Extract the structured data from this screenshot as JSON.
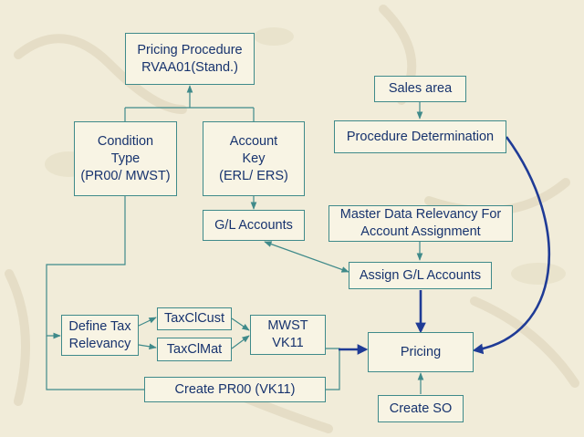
{
  "slide": {
    "boxes": {
      "pricing_procedure": "Pricing Procedure\nRVAA01(Stand.)",
      "condition_type": "Condition\nType\n(PR00/ MWST)",
      "account_key": "Account\nKey\n(ERL/ ERS)",
      "sales_area": "Sales area",
      "procedure_determination": "Procedure Determination",
      "gl_accounts": "G/L Accounts",
      "master_data_relevancy": "Master Data Relevancy For\nAccount Assignment",
      "assign_gl_accounts": "Assign G/L Accounts",
      "define_tax_relevancy": "Define Tax\nRelevancy",
      "taxclcust": "TaxClCust",
      "taxclmat": "TaxClMat",
      "mwst_vk11": "MWST\nVK11",
      "pricing": "Pricing",
      "create_pr00": "Create PR00 (VK11)",
      "create_so": "Create SO"
    },
    "colors": {
      "background": "#f1ecd9",
      "box_border": "#3f8a8a",
      "box_fill": "#f8f4e4",
      "text": "#17336e",
      "thin_connector": "#3f8a8a",
      "bold_connector": "#1f3b96"
    }
  }
}
